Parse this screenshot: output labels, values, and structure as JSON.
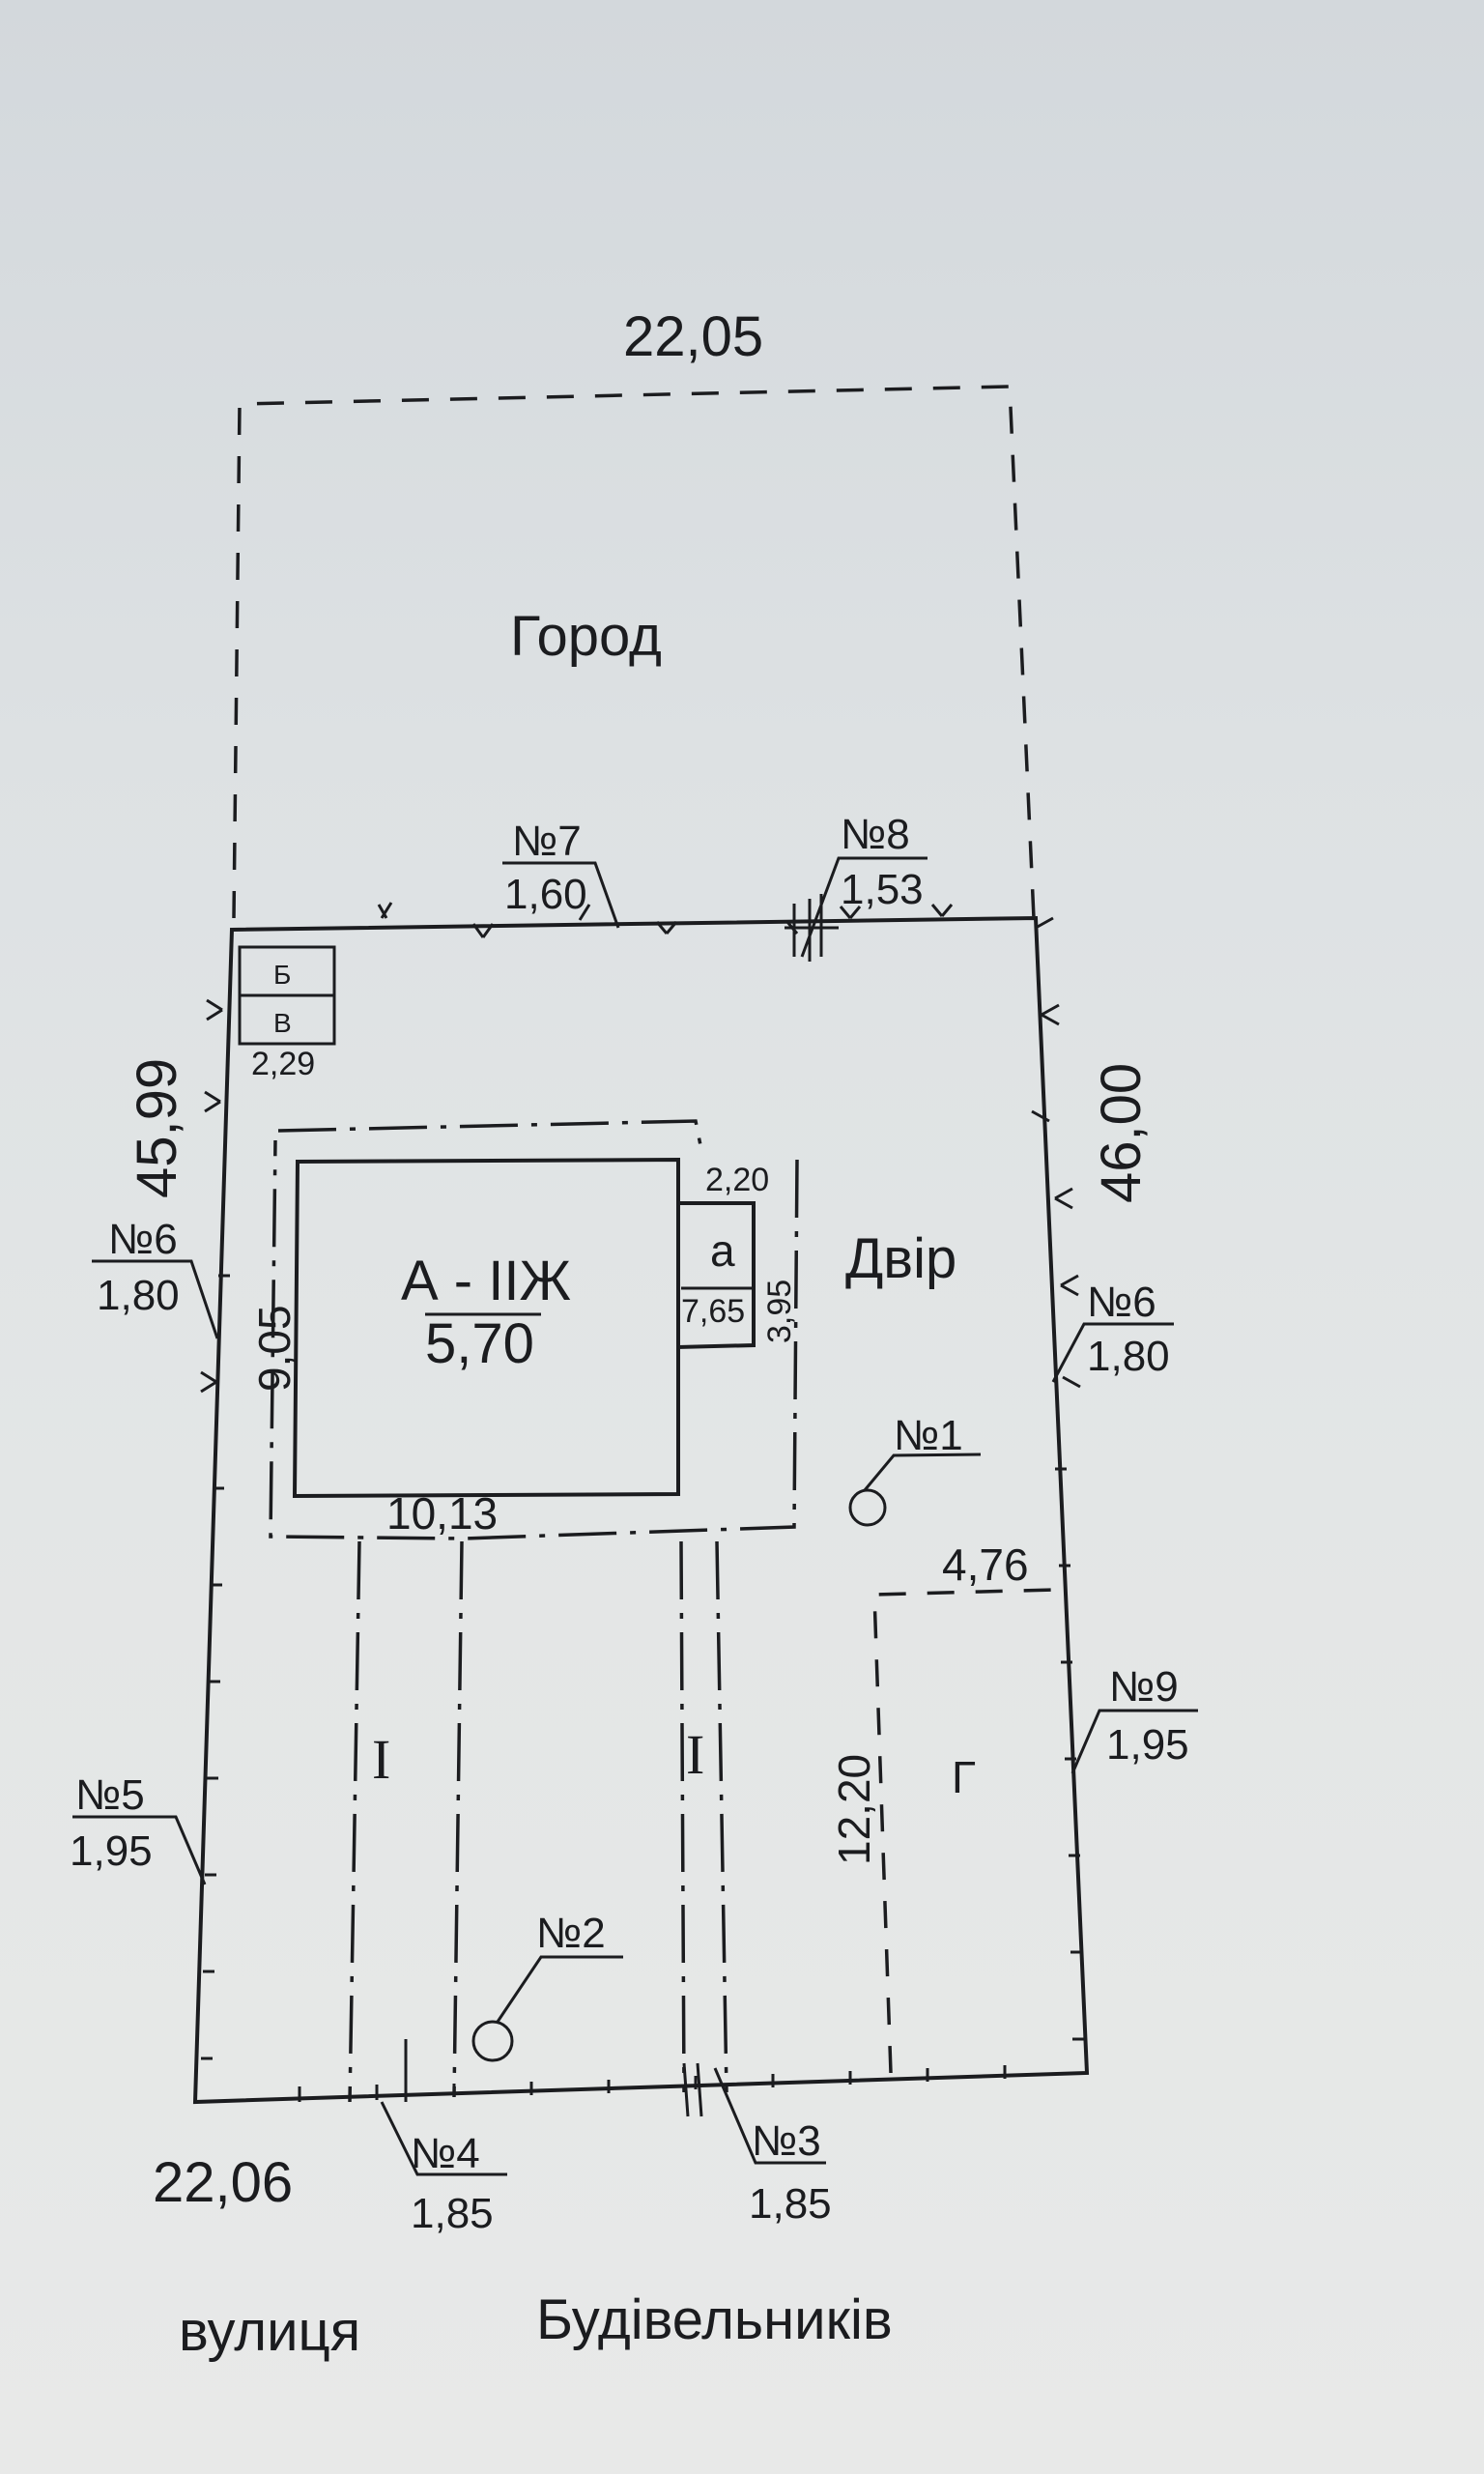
{
  "plot": {
    "top_width": "22,05",
    "bottom_width": "22,06",
    "left_length": "45,99",
    "right_length": "46,00"
  },
  "zones": {
    "garden": "Город",
    "yard": "Двір"
  },
  "street": {
    "word1": "вулиця",
    "word2": "Будівельників"
  },
  "house": {
    "name": "А - ІІЖ",
    "height": "5,70",
    "width": "10,13",
    "depth": "9,05"
  },
  "annex": {
    "label": "а",
    "height": "7,65",
    "width": "2,20",
    "depth": "3,95"
  },
  "outbuilding": {
    "label_top": "Б",
    "label_bottom": "В",
    "width": "2,29"
  },
  "garage": {
    "label": "Г",
    "width": "4,76",
    "length": "12,20"
  },
  "paths": {
    "left": "І",
    "right": "І"
  },
  "fences": [
    {
      "no": "№1"
    },
    {
      "no": "№2"
    },
    {
      "no": "№3",
      "height": "1,85"
    },
    {
      "no": "№4",
      "height": "1,85"
    },
    {
      "no": "№5",
      "height": "1,95"
    },
    {
      "no": "№6",
      "height": "1,80"
    },
    {
      "no": "№6",
      "height": "1,80"
    },
    {
      "no": "№7",
      "height": "1,60"
    },
    {
      "no": "№8",
      "height": "1,53"
    },
    {
      "no": "№9",
      "height": "1,95"
    }
  ]
}
